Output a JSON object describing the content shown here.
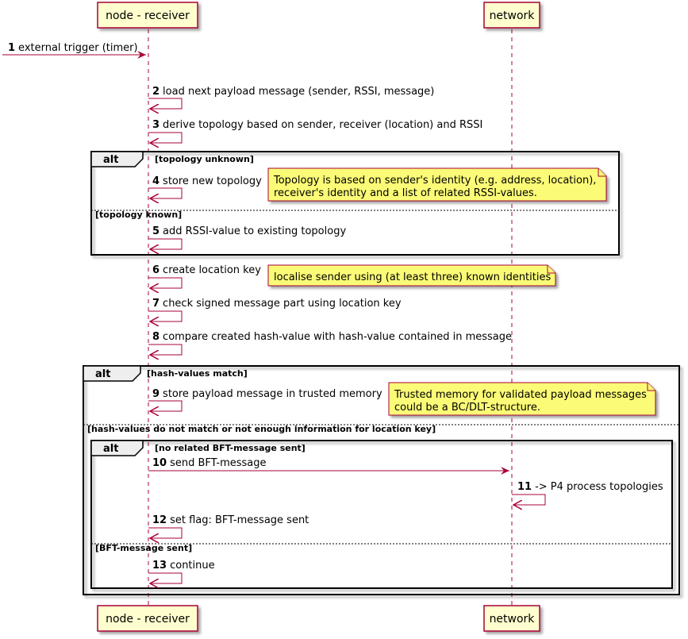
{
  "participants": {
    "receiver": "node - receiver",
    "network": "network"
  },
  "messages": [
    {
      "num": "1",
      "text": "external trigger (timer)"
    },
    {
      "num": "2",
      "text": "load next payload message (sender, RSSI, message)"
    },
    {
      "num": "3",
      "text": "derive topology based on sender, receiver (location) and RSSI"
    },
    {
      "num": "4",
      "text": "store new topology"
    },
    {
      "num": "5",
      "text": "add RSSI-value to existing topology"
    },
    {
      "num": "6",
      "text": "create location key"
    },
    {
      "num": "7",
      "text": "check signed message part using location key"
    },
    {
      "num": "8",
      "text": "compare created hash-value with hash-value contained in message"
    },
    {
      "num": "9",
      "text": "store payload message in trusted memory"
    },
    {
      "num": "10",
      "text": "send BFT-message"
    },
    {
      "num": "11",
      "text": "-> P4 process topologies"
    },
    {
      "num": "12",
      "text": "set flag: BFT-message sent"
    },
    {
      "num": "13",
      "text": "continue"
    }
  ],
  "frames": {
    "alt1": {
      "keyword": "alt",
      "guard1": "[topology unknown]",
      "guard2": "[topology known]"
    },
    "alt2": {
      "keyword": "alt",
      "guard1": "[hash-values match]",
      "guard2": "[hash-values do not match or not enough information for location key]"
    },
    "alt3": {
      "keyword": "alt",
      "guard1": "[no related BFT-message sent]",
      "guard2": "[BFT-message sent]"
    }
  },
  "notes": {
    "note1": {
      "line1": "Topology is based on sender's identity (e.g. address, location),",
      "line2": "receiver's identity and a list of related RSSI-values."
    },
    "note2": {
      "line1": "localise sender using (at least three) known identities"
    },
    "note3": {
      "line1": "Trusted memory for validated payload messages",
      "line2": "could be a BC/DLT-structure."
    }
  },
  "colors": {
    "arrow": "#A80036",
    "participant_fill": "#FEFECE",
    "note_fill": "#FBFB77"
  }
}
